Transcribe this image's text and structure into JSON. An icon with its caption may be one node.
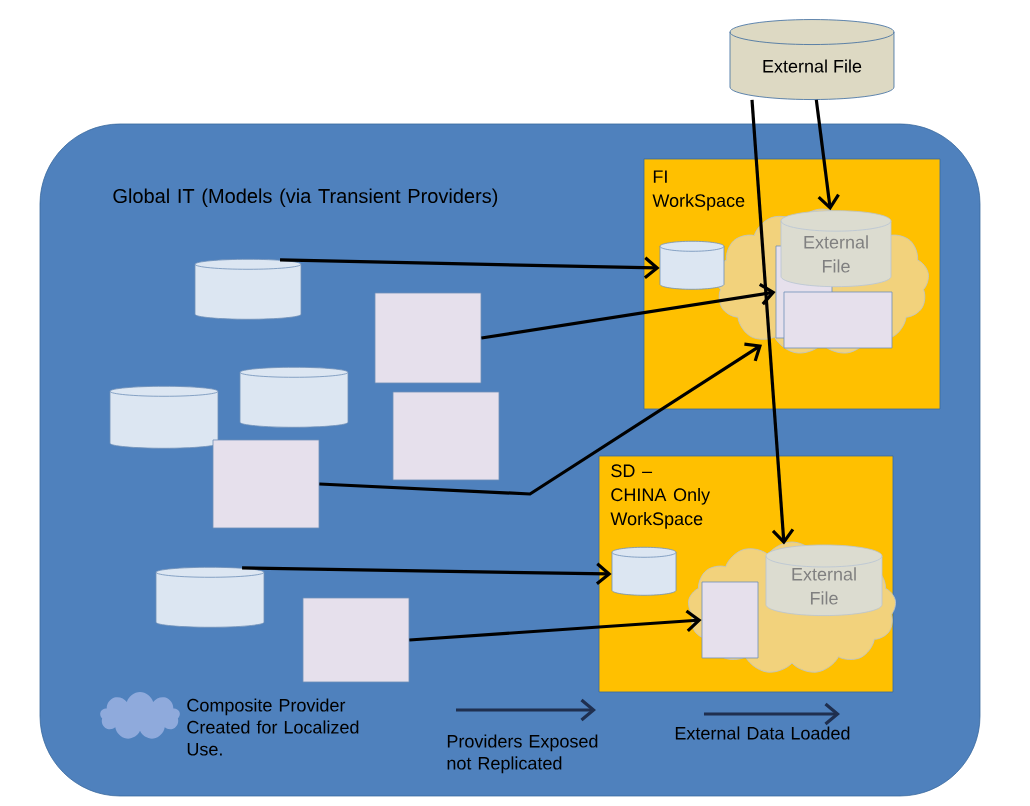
{
  "diagram": {
    "nodes": [
      {
        "text": [
          "Global IT (Models (via Transient Providers)"
        ]
      },
      {
        "text": [
          "External File"
        ]
      },
      {
        "text": [
          "FI  WorkSpace"
        ],
        "in": 0
      },
      {
        "text": [],
        "shape": "cloud",
        "in": 2
      },
      {
        "text": [],
        "shape": "cylinder",
        "in": 2
      },
      {
        "text": [],
        "shape": "box",
        "in": 3
      },
      {
        "text": [],
        "shape": "box",
        "in": 3
      },
      {
        "text": [
          "External File"
        ],
        "in": 3
      },
      {
        "text": [
          "SD – CHINA Only WorkSpace"
        ],
        "in": 0
      },
      {
        "text": [],
        "shape": "cloud",
        "in": 8
      },
      {
        "text": [],
        "shape": "cylinder",
        "in": 8
      },
      {
        "text": [],
        "shape": "box",
        "in": 9
      },
      {
        "text": [
          "External File"
        ],
        "in": 9
      },
      {
        "text": [],
        "shape": "cylinder",
        "in": 0
      },
      {
        "text": [],
        "shape": "box",
        "in": 0
      },
      {
        "text": [],
        "shape": "cylinder",
        "in": 0
      },
      {
        "text": [],
        "shape": "cylinder",
        "in": 0
      },
      {
        "text": [],
        "shape": "box",
        "in": 0
      },
      {
        "text": [],
        "shape": "box",
        "in": 0
      },
      {
        "text": [],
        "shape": "cylinder",
        "in": 0
      },
      {
        "text": [],
        "shape": "box",
        "in": 0
      }
    ],
    "edges": [
      {
        "from": 13,
        "to": 4,
        "arrow": "to"
      },
      {
        "from": 14,
        "to": 5,
        "arrow": "to"
      },
      {
        "from": 18,
        "to": 3,
        "arrow": "to"
      },
      {
        "from": 1,
        "to": 7,
        "arrow": "to"
      },
      {
        "from": 1,
        "to": 12,
        "arrow": "to"
      },
      {
        "from": 19,
        "to": 10,
        "arrow": "to"
      },
      {
        "from": 20,
        "to": 11,
        "arrow": "to"
      }
    ],
    "legend": [
      {
        "text": "Composite Provider Created for Localized Use.",
        "color": "#8faadc"
      },
      {
        "text": "Providers Exposed not Replicated"
      },
      {
        "text": "External Data Loaded"
      }
    ]
  }
}
